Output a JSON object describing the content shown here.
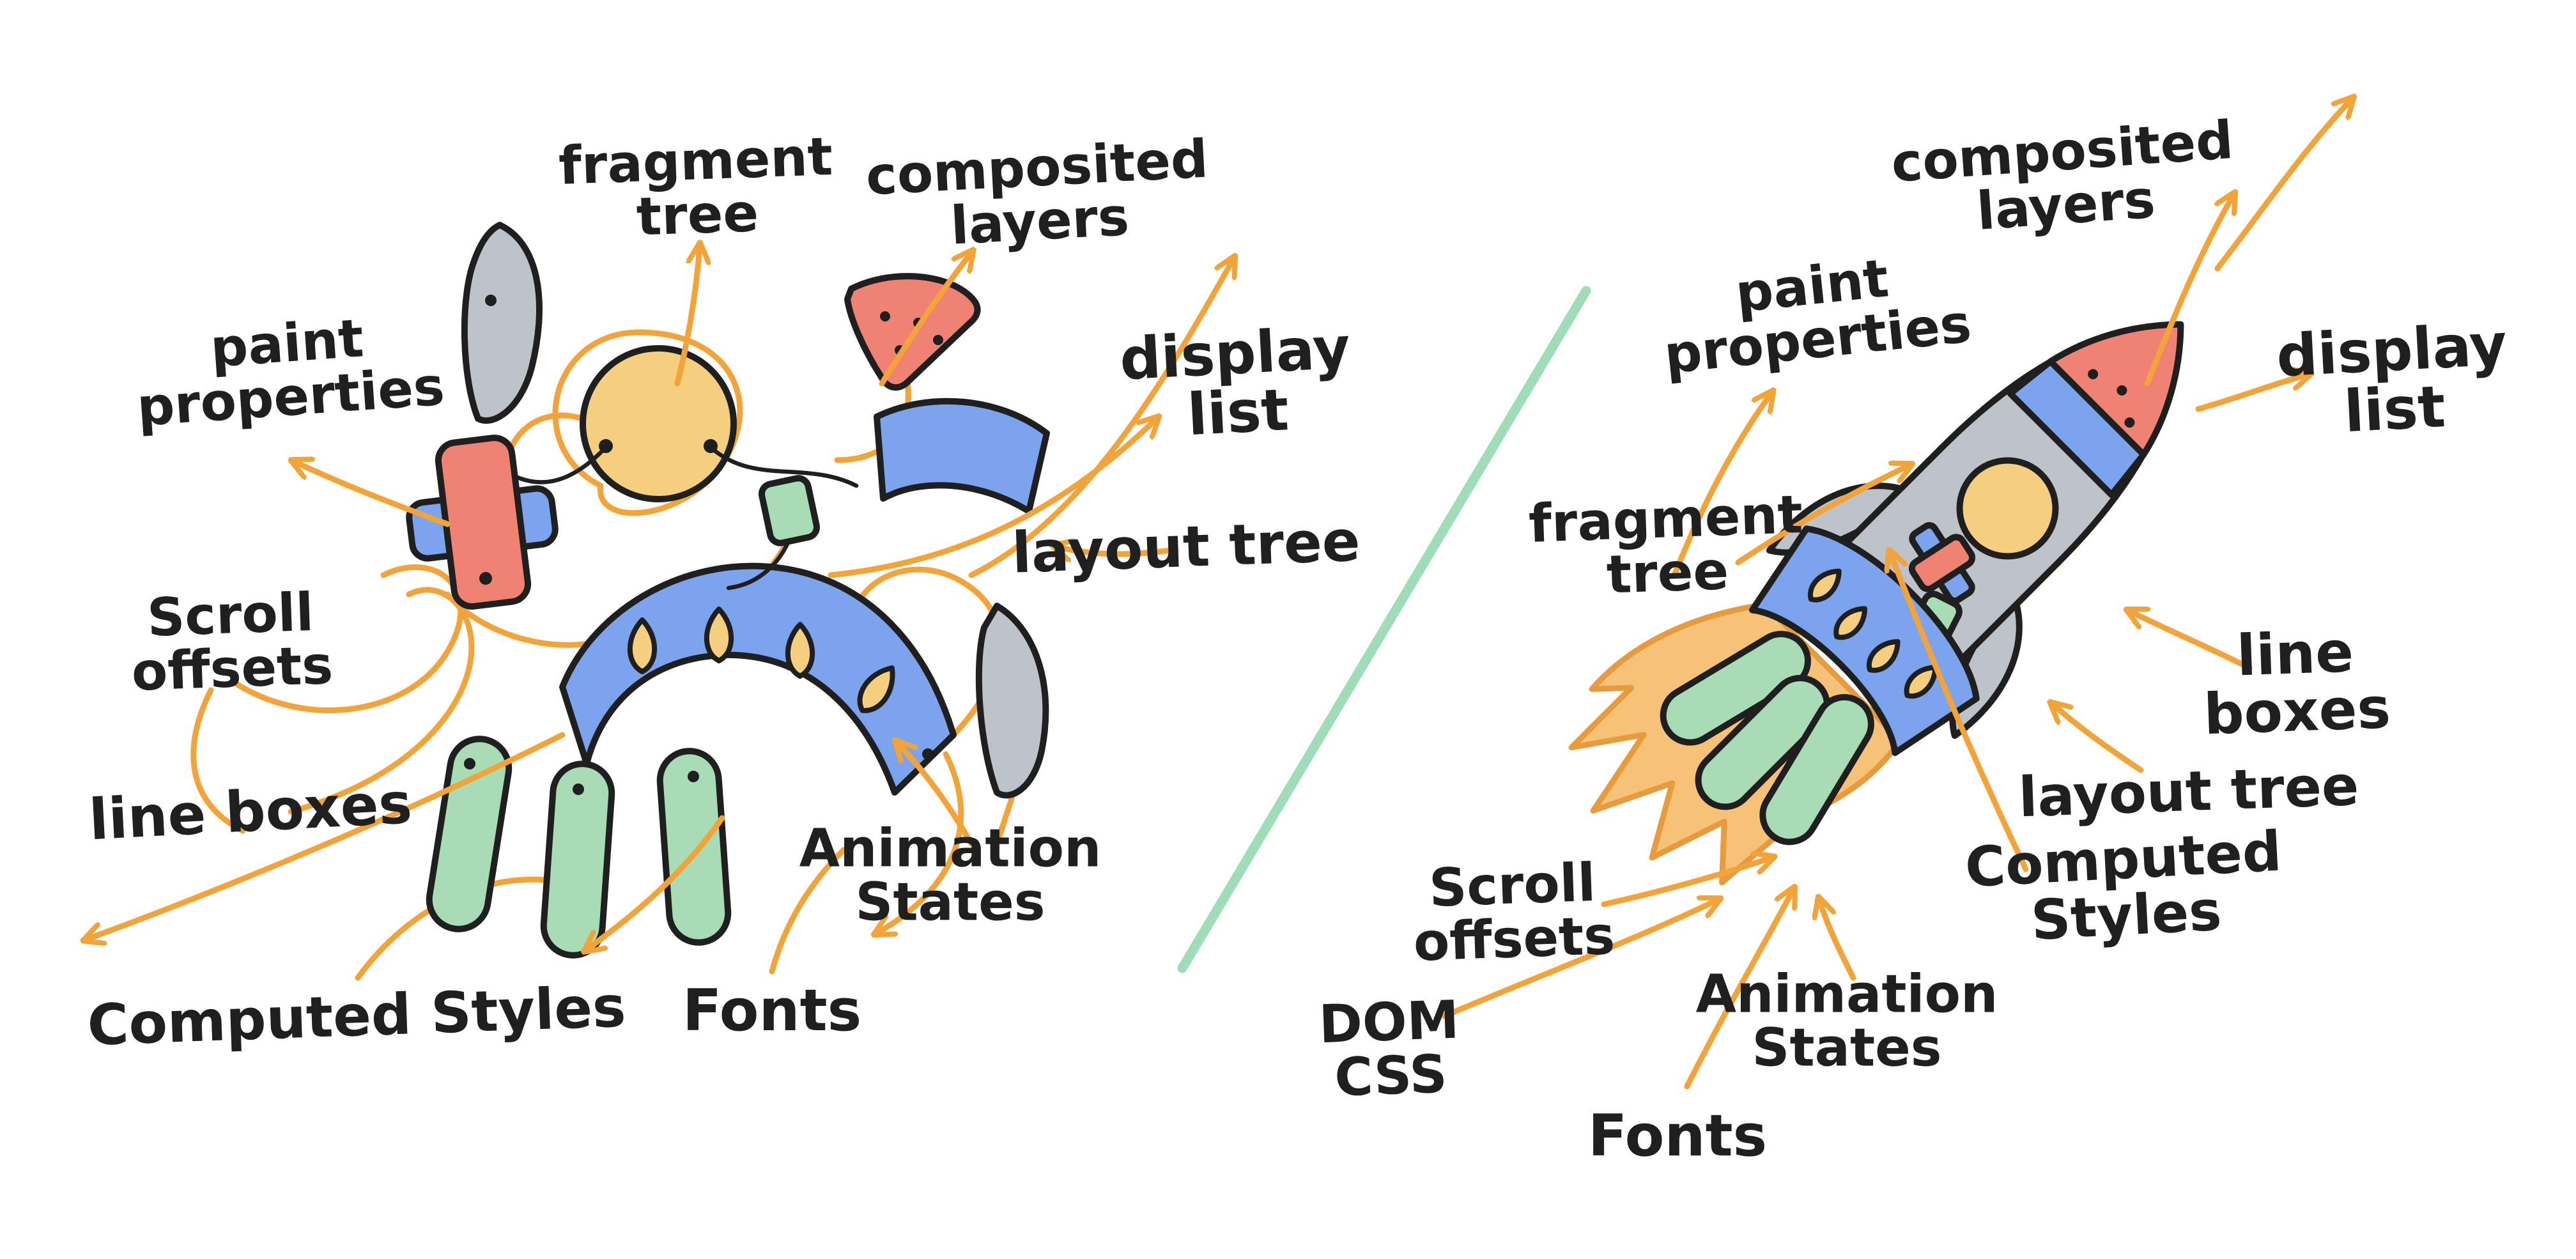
{
  "left_panel": {
    "labels": {
      "fragment_tree": "fragment\ntree",
      "composited_layers": "composited\nlayers",
      "paint_properties": "paint\nproperties",
      "display_list": "display\nlist",
      "layout_tree": "layout tree",
      "scroll_offsets": "Scroll\noffsets",
      "line_boxes": "line boxes",
      "animation_states": "Animation\nStates",
      "computed_styles": "Computed Styles",
      "fonts": "Fonts"
    }
  },
  "right_panel": {
    "labels": {
      "composited_layers": "composited\nlayers",
      "paint_properties": "paint\nproperties",
      "display_list": "display\nlist",
      "fragment_tree": "fragment\ntree",
      "line_boxes": "line boxes",
      "layout_tree": "layout tree",
      "computed_styles": "Computed Styles",
      "scroll_offsets": "Scroll\noffsets",
      "animation_states": "Animation\nStates",
      "dom_css": "DOM\nCSS",
      "fonts": "Fonts"
    }
  },
  "colors": {
    "ink": "#1F1F1F",
    "orange": "#F2A43A",
    "salmon": "#EF8272",
    "yellow": "#F5CF7E",
    "blue": "#7BA3EE",
    "green": "#A8DCB4",
    "gray": "#BDC3C9",
    "flame_fill": "#F6C277",
    "flame_stroke": "#E89B3C",
    "divider": "#9FDDB9",
    "background": "#FFFFFF"
  }
}
